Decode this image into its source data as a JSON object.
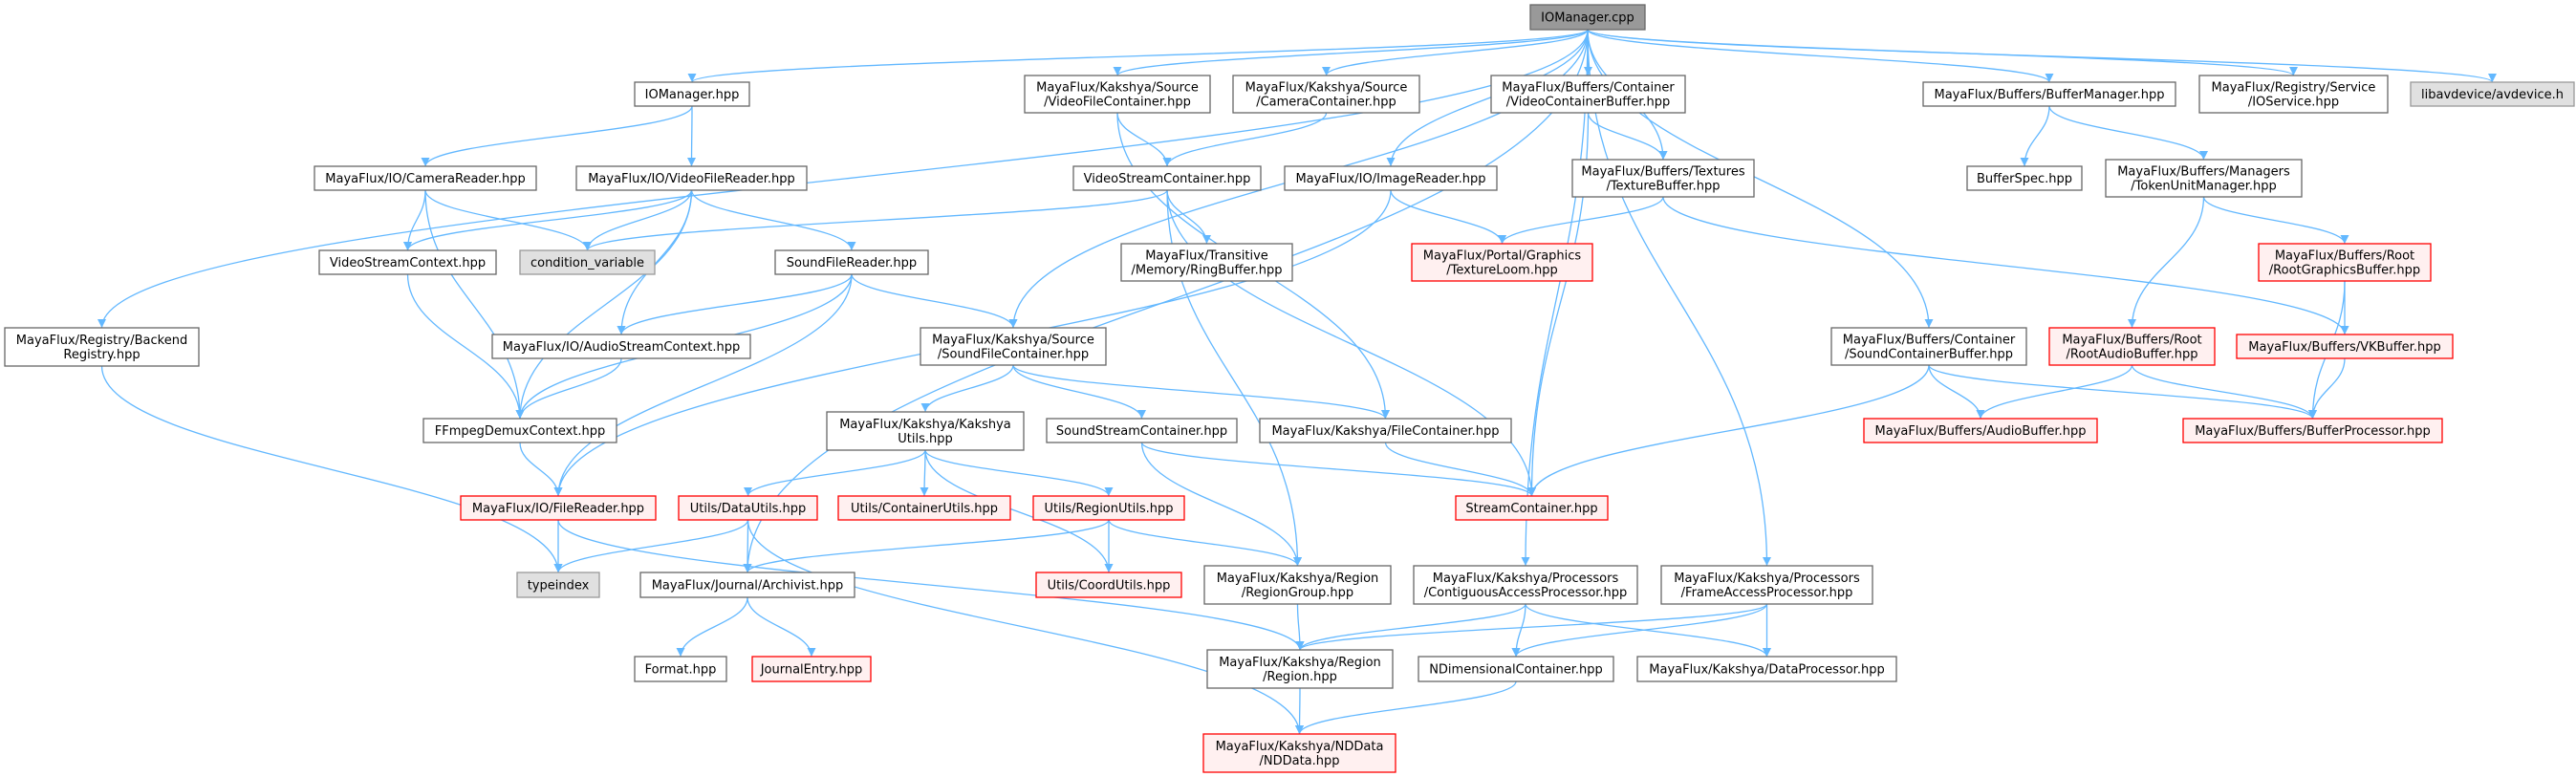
{
  "title": "IOManager.cpp include dependency graph",
  "colors": {
    "edge": "#63b8ff",
    "red_border": "#ff0000",
    "red_fill": "#fff0f0",
    "gray_fill": "#e0e0e0",
    "root_fill": "#999999"
  },
  "nodes": [
    {
      "id": "root",
      "lines": [
        "IOManager.cpp"
      ],
      "style": "root"
    },
    {
      "id": "iomgr",
      "lines": [
        "IOManager.hpp"
      ],
      "style": "normal"
    },
    {
      "id": "vfc",
      "lines": [
        "MayaFlux/Kakshya/Source",
        "/VideoFileContainer.hpp"
      ],
      "style": "normal"
    },
    {
      "id": "camc",
      "lines": [
        "MayaFlux/Kakshya/Source",
        "/CameraContainer.hpp"
      ],
      "style": "normal"
    },
    {
      "id": "vcb",
      "lines": [
        "MayaFlux/Buffers/Container",
        "/VideoContainerBuffer.hpp"
      ],
      "style": "normal"
    },
    {
      "id": "bufmgr",
      "lines": [
        "MayaFlux/Buffers/BufferManager.hpp"
      ],
      "style": "normal"
    },
    {
      "id": "iosvc",
      "lines": [
        "MayaFlux/Registry/Service",
        "/IOService.hpp"
      ],
      "style": "normal"
    },
    {
      "id": "avdev",
      "lines": [
        "libavdevice/avdevice.h"
      ],
      "style": "gray"
    },
    {
      "id": "camr",
      "lines": [
        "MayaFlux/IO/CameraReader.hpp"
      ],
      "style": "normal"
    },
    {
      "id": "vfr",
      "lines": [
        "MayaFlux/IO/VideoFileReader.hpp"
      ],
      "style": "normal"
    },
    {
      "id": "vsc",
      "lines": [
        "VideoStreamContainer.hpp"
      ],
      "style": "normal"
    },
    {
      "id": "imgr",
      "lines": [
        "MayaFlux/IO/ImageReader.hpp"
      ],
      "style": "normal"
    },
    {
      "id": "texbuf",
      "lines": [
        "MayaFlux/Buffers/Textures",
        "/TextureBuffer.hpp"
      ],
      "style": "normal"
    },
    {
      "id": "bufspec",
      "lines": [
        "BufferSpec.hpp"
      ],
      "style": "normal"
    },
    {
      "id": "tum",
      "lines": [
        "MayaFlux/Buffers/Managers",
        "/TokenUnitManager.hpp"
      ],
      "style": "normal"
    },
    {
      "id": "vsctx",
      "lines": [
        "VideoStreamContext.hpp"
      ],
      "style": "normal"
    },
    {
      "id": "condvar",
      "lines": [
        "condition_variable"
      ],
      "style": "gray"
    },
    {
      "id": "sfr",
      "lines": [
        "SoundFileReader.hpp"
      ],
      "style": "normal"
    },
    {
      "id": "ring",
      "lines": [
        "MayaFlux/Transitive",
        "/Memory/RingBuffer.hpp"
      ],
      "style": "normal"
    },
    {
      "id": "texloom",
      "lines": [
        "MayaFlux/Portal/Graphics",
        "/TextureLoom.hpp"
      ],
      "style": "red"
    },
    {
      "id": "rgb",
      "lines": [
        "MayaFlux/Buffers/Root",
        "/RootGraphicsBuffer.hpp"
      ],
      "style": "red"
    },
    {
      "id": "backreg",
      "lines": [
        "MayaFlux/Registry/Backend",
        "Registry.hpp"
      ],
      "style": "normal"
    },
    {
      "id": "asctx",
      "lines": [
        "MayaFlux/IO/AudioStreamContext.hpp"
      ],
      "style": "normal"
    },
    {
      "id": "sfc",
      "lines": [
        "MayaFlux/Kakshya/Source",
        "/SoundFileContainer.hpp"
      ],
      "style": "normal"
    },
    {
      "id": "scb",
      "lines": [
        "MayaFlux/Buffers/Container",
        "/SoundContainerBuffer.hpp"
      ],
      "style": "normal"
    },
    {
      "id": "rab",
      "lines": [
        "MayaFlux/Buffers/Root",
        "/RootAudioBuffer.hpp"
      ],
      "style": "red"
    },
    {
      "id": "vkbuf",
      "lines": [
        "MayaFlux/Buffers/VKBuffer.hpp"
      ],
      "style": "red"
    },
    {
      "id": "kutils",
      "lines": [
        "MayaFlux/Kakshya/Kakshya",
        "Utils.hpp"
      ],
      "style": "normal"
    },
    {
      "id": "ffmpeg",
      "lines": [
        "FFmpegDemuxContext.hpp"
      ],
      "style": "normal"
    },
    {
      "id": "ssc",
      "lines": [
        "SoundStreamContainer.hpp"
      ],
      "style": "normal"
    },
    {
      "id": "filec",
      "lines": [
        "MayaFlux/Kakshya/FileContainer.hpp"
      ],
      "style": "normal"
    },
    {
      "id": "audiobuf",
      "lines": [
        "MayaFlux/Buffers/AudioBuffer.hpp"
      ],
      "style": "red"
    },
    {
      "id": "bufproc",
      "lines": [
        "MayaFlux/Buffers/BufferProcessor.hpp"
      ],
      "style": "red"
    },
    {
      "id": "filer",
      "lines": [
        "MayaFlux/IO/FileReader.hpp"
      ],
      "style": "red"
    },
    {
      "id": "datau",
      "lines": [
        "Utils/DataUtils.hpp"
      ],
      "style": "red"
    },
    {
      "id": "contu",
      "lines": [
        "Utils/ContainerUtils.hpp"
      ],
      "style": "red"
    },
    {
      "id": "regu",
      "lines": [
        "Utils/RegionUtils.hpp"
      ],
      "style": "red"
    },
    {
      "id": "streamc",
      "lines": [
        "StreamContainer.hpp"
      ],
      "style": "red"
    },
    {
      "id": "typeidx",
      "lines": [
        "typeindex"
      ],
      "style": "gray"
    },
    {
      "id": "archivist",
      "lines": [
        "MayaFlux/Journal/Archivist.hpp"
      ],
      "style": "normal"
    },
    {
      "id": "coordu",
      "lines": [
        "Utils/CoordUtils.hpp"
      ],
      "style": "red"
    },
    {
      "id": "rgroup",
      "lines": [
        "MayaFlux/Kakshya/Region",
        "/RegionGroup.hpp"
      ],
      "style": "normal"
    },
    {
      "id": "cap",
      "lines": [
        "MayaFlux/Kakshya/Processors",
        "/ContiguousAccessProcessor.hpp"
      ],
      "style": "normal"
    },
    {
      "id": "fap",
      "lines": [
        "MayaFlux/Kakshya/Processors",
        "/FrameAccessProcessor.hpp"
      ],
      "style": "normal"
    },
    {
      "id": "format",
      "lines": [
        "Format.hpp"
      ],
      "style": "normal"
    },
    {
      "id": "jentry",
      "lines": [
        "JournalEntry.hpp"
      ],
      "style": "red"
    },
    {
      "id": "region",
      "lines": [
        "MayaFlux/Kakshya/Region",
        "/Region.hpp"
      ],
      "style": "normal"
    },
    {
      "id": "ndc",
      "lines": [
        "NDimensionalContainer.hpp"
      ],
      "style": "normal"
    },
    {
      "id": "dproc",
      "lines": [
        "MayaFlux/Kakshya/DataProcessor.hpp"
      ],
      "style": "normal"
    },
    {
      "id": "nddata",
      "lines": [
        "MayaFlux/Kakshya/NDData",
        "/NDData.hpp"
      ],
      "style": "red"
    }
  ],
  "edges": [
    [
      "root",
      "iomgr"
    ],
    [
      "root",
      "vfc"
    ],
    [
      "root",
      "camc"
    ],
    [
      "root",
      "vcb"
    ],
    [
      "root",
      "imgr"
    ],
    [
      "root",
      "texbuf"
    ],
    [
      "root",
      "bufmgr"
    ],
    [
      "root",
      "iosvc"
    ],
    [
      "root",
      "avdev"
    ],
    [
      "root",
      "backreg"
    ],
    [
      "root",
      "sfc"
    ],
    [
      "root",
      "scb"
    ],
    [
      "root",
      "cap"
    ],
    [
      "root",
      "fap"
    ],
    [
      "root",
      "archivist"
    ],
    [
      "iomgr",
      "camr"
    ],
    [
      "iomgr",
      "vfr"
    ],
    [
      "camr",
      "vsctx"
    ],
    [
      "camr",
      "condvar"
    ],
    [
      "camr",
      "ffmpeg"
    ],
    [
      "vfr",
      "vsctx"
    ],
    [
      "vfr",
      "condvar"
    ],
    [
      "vfr",
      "sfr"
    ],
    [
      "vfr",
      "asctx"
    ],
    [
      "vfr",
      "ffmpeg"
    ],
    [
      "vsctx",
      "ffmpeg"
    ],
    [
      "asctx",
      "ffmpeg"
    ],
    [
      "sfr",
      "asctx"
    ],
    [
      "sfr",
      "sfc"
    ],
    [
      "sfr",
      "ffmpeg"
    ],
    [
      "sfr",
      "filer"
    ],
    [
      "vsc",
      "condvar"
    ],
    [
      "vsc",
      "ring"
    ],
    [
      "vsc",
      "streamc"
    ],
    [
      "vsc",
      "rgroup"
    ],
    [
      "vfc",
      "vsc"
    ],
    [
      "vfc",
      "filec"
    ],
    [
      "camc",
      "vsc"
    ],
    [
      "imgr",
      "texloom"
    ],
    [
      "imgr",
      "filer"
    ],
    [
      "vcb",
      "texbuf"
    ],
    [
      "vcb",
      "streamc"
    ],
    [
      "texbuf",
      "texloom"
    ],
    [
      "texbuf",
      "vkbuf"
    ],
    [
      "bufmgr",
      "bufspec"
    ],
    [
      "bufmgr",
      "tum"
    ],
    [
      "tum",
      "rgb"
    ],
    [
      "tum",
      "rab"
    ],
    [
      "rgb",
      "vkbuf"
    ],
    [
      "rgb",
      "bufproc"
    ],
    [
      "vkbuf",
      "bufproc"
    ],
    [
      "rab",
      "audiobuf"
    ],
    [
      "rab",
      "bufproc"
    ],
    [
      "scb",
      "streamc"
    ],
    [
      "scb",
      "audiobuf"
    ],
    [
      "scb",
      "bufproc"
    ],
    [
      "sfc",
      "kutils"
    ],
    [
      "sfc",
      "ssc"
    ],
    [
      "sfc",
      "filec"
    ],
    [
      "ffmpeg",
      "filer"
    ],
    [
      "filer",
      "typeidx"
    ],
    [
      "filer",
      "region"
    ],
    [
      "backreg",
      "typeidx"
    ],
    [
      "kutils",
      "datau"
    ],
    [
      "kutils",
      "contu"
    ],
    [
      "kutils",
      "regu"
    ],
    [
      "kutils",
      "coordu"
    ],
    [
      "datau",
      "typeidx"
    ],
    [
      "datau",
      "archivist"
    ],
    [
      "datau",
      "nddata"
    ],
    [
      "regu",
      "archivist"
    ],
    [
      "regu",
      "coordu"
    ],
    [
      "regu",
      "rgroup"
    ],
    [
      "ssc",
      "streamc"
    ],
    [
      "ssc",
      "rgroup"
    ],
    [
      "filec",
      "streamc"
    ],
    [
      "archivist",
      "format"
    ],
    [
      "archivist",
      "jentry"
    ],
    [
      "rgroup",
      "region"
    ],
    [
      "cap",
      "region"
    ],
    [
      "cap",
      "ndc"
    ],
    [
      "cap",
      "dproc"
    ],
    [
      "fap",
      "region"
    ],
    [
      "fap",
      "ndc"
    ],
    [
      "fap",
      "dproc"
    ],
    [
      "region",
      "nddata"
    ],
    [
      "ndc",
      "nddata"
    ]
  ]
}
